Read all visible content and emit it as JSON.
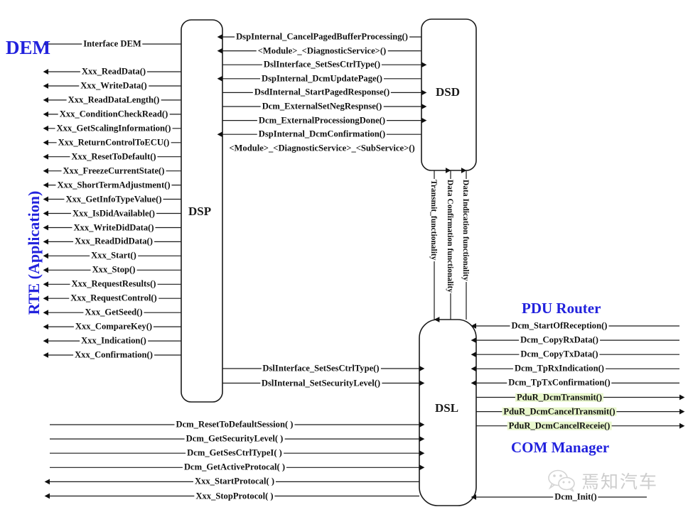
{
  "diagram": {
    "title": "AUTOSAR Dcm module internal architecture (DSP / DSD / DSL)",
    "colors": {
      "accent_blue": "#2222dd",
      "highlight_green": "#e9f7cd",
      "line": "#1a1a1a"
    }
  },
  "blocks": [
    {
      "id": "dsp",
      "label": "DSP"
    },
    {
      "id": "dsd",
      "label": "DSD"
    },
    {
      "id": "dsl",
      "label": "DSL"
    }
  ],
  "side_labels": {
    "dem": "DEM",
    "rte": "RTE (Application)",
    "pdu_router": "PDU Router",
    "com_manager": "COM Manager"
  },
  "dem_interface": [
    {
      "label": "Interface DEM",
      "dir": "left"
    }
  ],
  "rte_dsp_interfaces": [
    {
      "label": "Xxx_ReadData()",
      "dir": "left"
    },
    {
      "label": "Xxx_WriteData()",
      "dir": "left"
    },
    {
      "label": "Xxx_ReadDataLength()",
      "dir": "left"
    },
    {
      "label": "Xxx_ConditionCheckRead()",
      "dir": "left"
    },
    {
      "label": "Xxx_GetScalingInformation()",
      "dir": "left"
    },
    {
      "label": "Xxx_ReturnControlToECU()",
      "dir": "left"
    },
    {
      "label": "Xxx_ResetToDefault()",
      "dir": "left"
    },
    {
      "label": "Xxx_FreezeCurrentState()",
      "dir": "left"
    },
    {
      "label": "Xxx_ShortTermAdjustment()",
      "dir": "left"
    },
    {
      "label": "Xxx_GetInfoTypeValue()",
      "dir": "left"
    },
    {
      "label": "Xxx_IsDidAvailable()",
      "dir": "left"
    },
    {
      "label": "Xxx_WriteDidData()",
      "dir": "left"
    },
    {
      "label": "Xxx_ReadDidData()",
      "dir": "left"
    },
    {
      "label": "Xxx_Start()",
      "dir": "left"
    },
    {
      "label": "Xxx_Stop()",
      "dir": "left"
    },
    {
      "label": "Xxx_RequestResults()",
      "dir": "left"
    },
    {
      "label": "Xxx_RequestControl()",
      "dir": "left"
    },
    {
      "label": "Xxx_GetSeed()",
      "dir": "left"
    },
    {
      "label": "Xxx_CompareKey()",
      "dir": "left"
    },
    {
      "label": "Xxx_Indication()",
      "dir": "left"
    },
    {
      "label": "Xxx_Confirmation()",
      "dir": "left"
    }
  ],
  "dsp_dsd_interfaces": [
    {
      "label": "DspInternal_CancelPagedBufferProcessing()",
      "dir": "left"
    },
    {
      "label": "<Module>_<DiagnosticService>()",
      "dir": "left"
    },
    {
      "label": "DslInterface_SetSesCtrlType()",
      "dir": "right"
    },
    {
      "label": "DspInternal_DcmUpdatePage()",
      "dir": "left"
    },
    {
      "label": "DsdInternal_StartPagedResponse()",
      "dir": "right"
    },
    {
      "label": "Dcm_ExternalSetNegRespnse()",
      "dir": "right"
    },
    {
      "label": "Dcm_ExternalProcessiongDone()",
      "dir": "right"
    },
    {
      "label": "DspInternal_DcmConfirmation()",
      "dir": "left"
    },
    {
      "label": "<Module>_<DiagnosticService>_<SubService>()",
      "dir": "none"
    }
  ],
  "dsd_dsl_interfaces": [
    {
      "label": "Transmit_functionality",
      "dir": "down"
    },
    {
      "label": "Data Confirmation functionality",
      "dir": "up"
    },
    {
      "label": "Data Indication functionality",
      "dir": "up"
    }
  ],
  "dsp_dsl_interfaces": [
    {
      "label": "DslInterface_SetSesCtrlType()",
      "dir": "right"
    },
    {
      "label": "DslInternal_SetSecurityLevel()",
      "dir": "right"
    }
  ],
  "rte_dsl_interfaces": [
    {
      "label": "Dcm_ResetToDefaultSession( )",
      "dir": "right"
    },
    {
      "label": "Dcm_GetSecurityLevel( )",
      "dir": "right"
    },
    {
      "label": "Dcm_GetSesCtrlTypeI( )",
      "dir": "right"
    },
    {
      "label": "Dcm_GetActiveProtocal( )",
      "dir": "right"
    },
    {
      "label": "Xxx_StartProtocal( )",
      "dir": "left"
    },
    {
      "label": "Xxx_StopProtocol( )",
      "dir": "left"
    }
  ],
  "pdur_dsl_interfaces": [
    {
      "label": "Dcm_StartOfReception()",
      "dir": "left",
      "highlight": false
    },
    {
      "label": "Dcm_CopyRxData()",
      "dir": "left",
      "highlight": false
    },
    {
      "label": "Dcm_CopyTxData()",
      "dir": "left",
      "highlight": false
    },
    {
      "label": "Dcm_TpRxIndication()",
      "dir": "left",
      "highlight": false
    },
    {
      "label": "Dcm_TpTxConfirmation()",
      "dir": "left",
      "highlight": false
    },
    {
      "label": "PduR_DcmTransmit()",
      "dir": "right",
      "highlight": true
    },
    {
      "label": "PduR_DcmCancelTransmit()",
      "dir": "right",
      "highlight": true
    },
    {
      "label": "PduR_DcmCancelReceie()",
      "dir": "right",
      "highlight": true
    }
  ],
  "comm_dsl_interfaces": [
    {
      "label": "Dcm_Init()",
      "dir": "left",
      "highlight": false
    }
  ],
  "watermark": {
    "text": "焉知汽车",
    "icon": "wechat-icon"
  }
}
